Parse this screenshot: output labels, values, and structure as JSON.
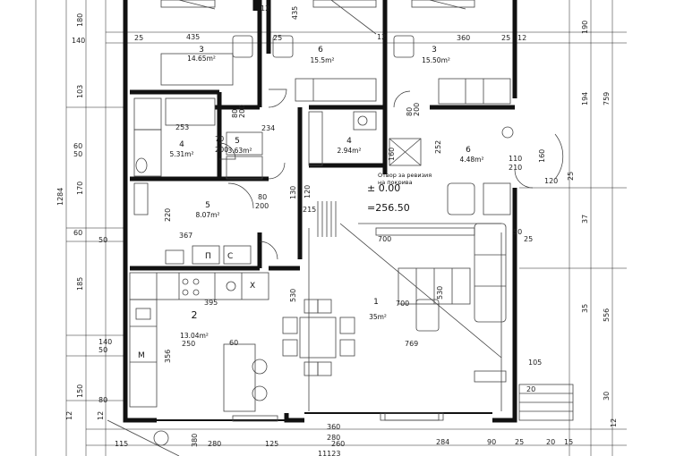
{
  "rooms": [
    {
      "num": "3",
      "area": "14.65m²"
    },
    {
      "num": "6",
      "area": "15.5m²"
    },
    {
      "num": "3",
      "area": "15.50m²"
    },
    {
      "num": "4",
      "area": "5.31m²"
    },
    {
      "num": "5",
      "area": "3.63m²"
    },
    {
      "num": "4",
      "area": "2.94m²"
    },
    {
      "num": "6",
      "area": "4.48m²"
    },
    {
      "num": "5",
      "area": "8.07m²"
    },
    {
      "num": "2",
      "area": "13.04m²"
    },
    {
      "num": "1",
      "area": "35m²"
    }
  ],
  "level": {
    "zero": "± 0.00",
    "abs": "=256.50"
  },
  "note": {
    "line1": "Отвор за ревизия",
    "line2": "на покрива"
  },
  "glyphs": {
    "p": "П",
    "s": "С",
    "x": "Х",
    "m": "М"
  },
  "dims_left": [
    "180",
    "140",
    "103",
    "60",
    "50",
    "170",
    "1284",
    "60",
    "50",
    "185",
    "140",
    "50",
    "150",
    "80",
    "12",
    "12"
  ],
  "dims_right": [
    "190",
    "759",
    "194",
    "37",
    "556",
    "35",
    "30",
    "25",
    "12"
  ],
  "dims_top": [
    "25",
    "435",
    "25",
    "12",
    "435",
    "12",
    "360",
    "25",
    "12"
  ],
  "dims_misc": [
    "253",
    "70",
    "200",
    "234",
    "80",
    "200",
    "80",
    "200",
    "367",
    "220",
    "80",
    "200",
    "395",
    "250",
    "60",
    "700",
    "700",
    "769",
    "530",
    "530",
    "130",
    "120",
    "215",
    "252",
    "160",
    "110",
    "210",
    "120",
    "105",
    "20",
    "25",
    "50",
    "160",
    "356"
  ],
  "dims_bottom": [
    "115",
    "380",
    "280",
    "125",
    "260",
    "284",
    "90",
    "25",
    "11123",
    "360",
    "280",
    "20",
    "15"
  ]
}
